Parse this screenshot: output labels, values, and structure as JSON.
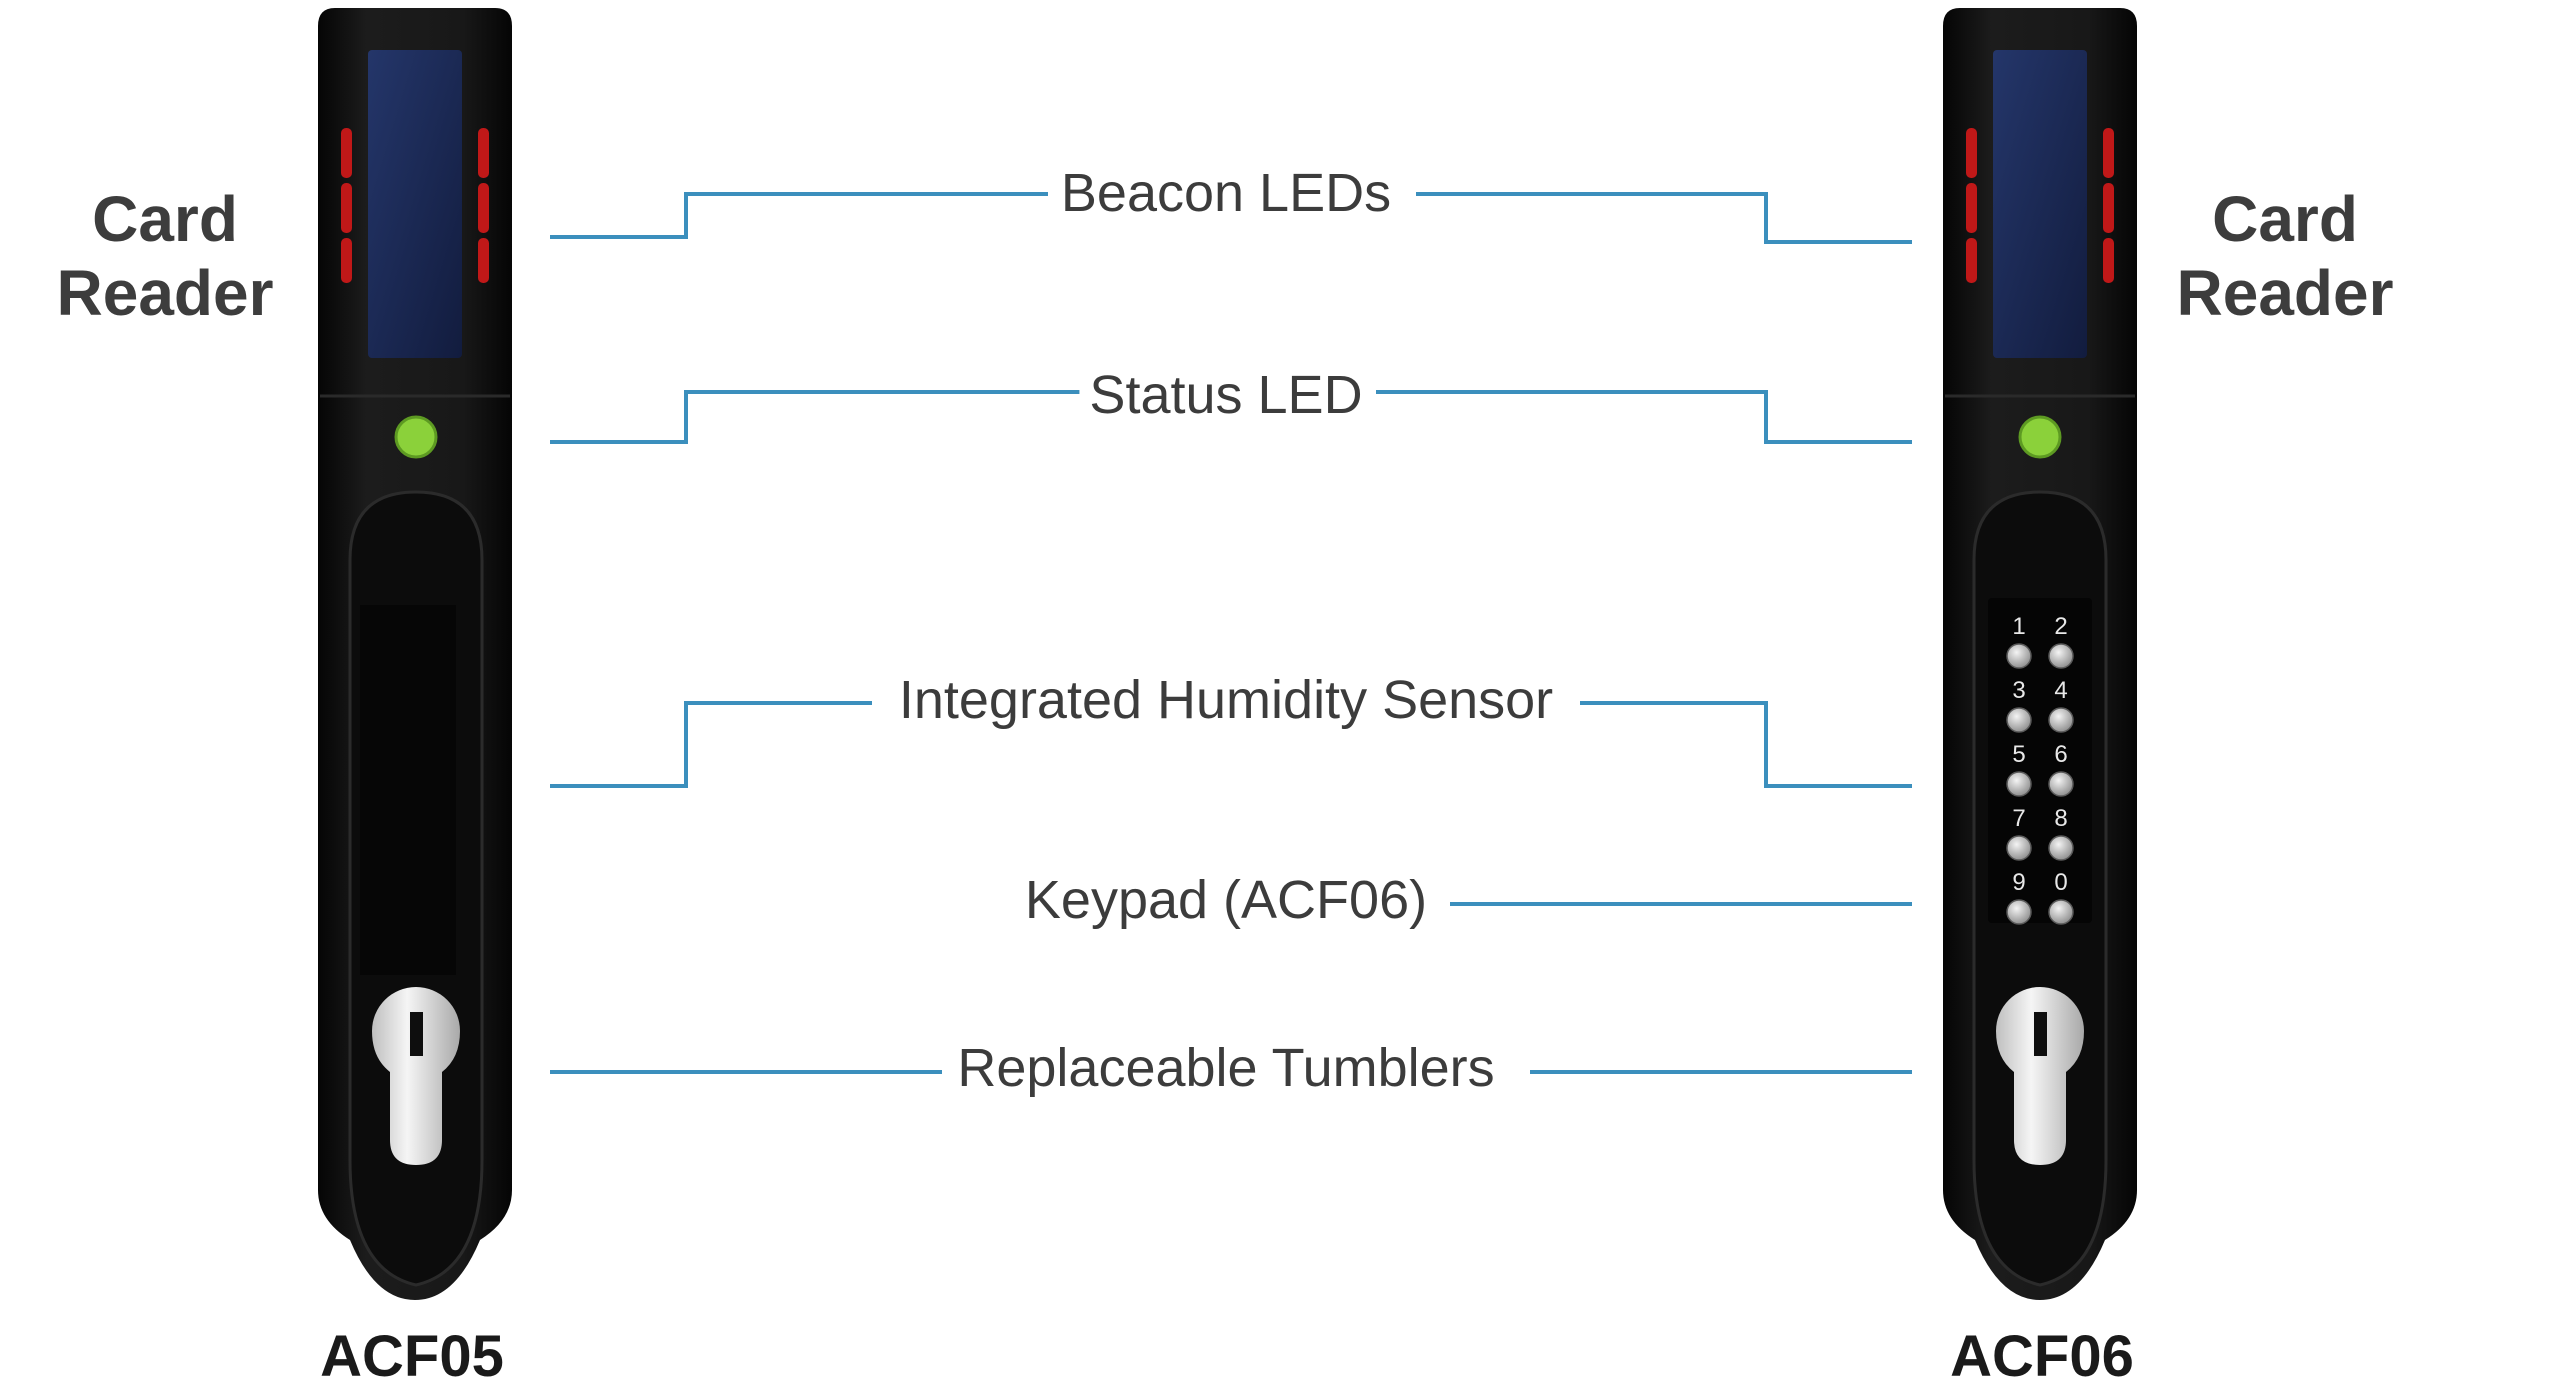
{
  "labels": {
    "left_side": [
      "Card",
      "Reader"
    ],
    "right_side": [
      "Card",
      "Reader"
    ]
  },
  "models": {
    "left": "ACF05",
    "right": "ACF06"
  },
  "callouts": {
    "beacon": "Beacon LEDs",
    "status": "Status LED",
    "humidity": "Integrated Humidity Sensor",
    "keypad": "Keypad (ACF06)",
    "tumblers": "Replaceable Tumblers"
  },
  "keypad": {
    "keys": [
      "1",
      "2",
      "3",
      "4",
      "5",
      "6",
      "7",
      "8",
      "9",
      "0"
    ]
  },
  "colors": {
    "callout_line": "#3b8fbd",
    "body": "#111111",
    "beacon_led": "#c01818",
    "status_led": "#8bd13a",
    "card_window": "#1b2a58",
    "label_text": "#3d3d3d",
    "model_text": "#1a1a1a"
  }
}
